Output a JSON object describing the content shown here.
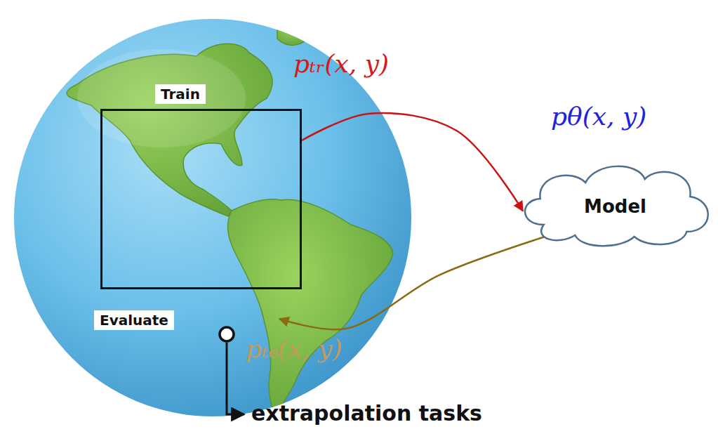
{
  "diagram": {
    "nodes": [
      {
        "text": [
          "Train"
        ]
      },
      {
        "text": [
          "pθ(x, y)",
          "Model"
        ]
      },
      {
        "text": [
          "Evaluate"
        ]
      }
    ],
    "edges": [
      {
        "from": 0,
        "to": 1,
        "arrow": "to",
        "label": "pₜᵣ(x, y)"
      },
      {
        "from": 1,
        "to": 2,
        "arrow": "to",
        "label": "pₜₑ(x, y)"
      }
    ],
    "labels": [
      "extrapolation tasks"
    ]
  }
}
